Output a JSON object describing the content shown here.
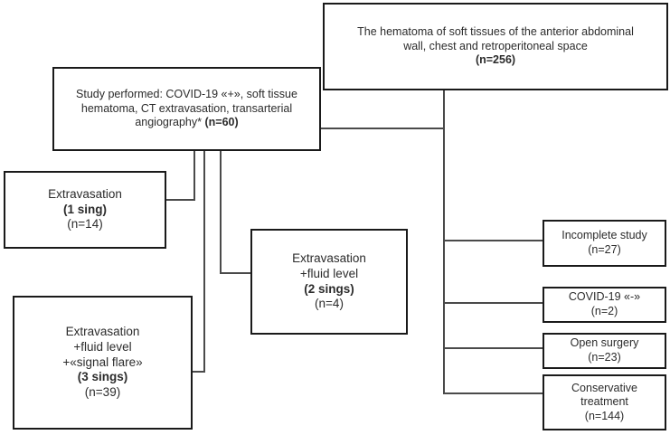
{
  "diagram": {
    "title_node": {
      "name": "hematoma-root",
      "line1": "The hematoma of soft tissues of the anterior abdominal",
      "line2": "wall, chest and retroperitoneal space",
      "count": "(n=256)"
    },
    "study_node": {
      "name": "study-performed",
      "line1": "Study performed: COVID-19 «+», soft tissue",
      "line2": "hematoma, CT extravasation, transarterial",
      "line3_plain": "angiography* ",
      "line3_bold": "(n=60)"
    },
    "sign_nodes": [
      {
        "name": "extravasation-1-sign",
        "line1": "Extravasation",
        "bold": "(1 sing)",
        "count": "(n=14)"
      },
      {
        "name": "extravasation-fluid-2-signs",
        "line1": "Extravasation",
        "line2": "+fluid level",
        "bold": "(2 sings)",
        "count": "(n=4)"
      },
      {
        "name": "extravasation-fluid-flare-3-signs",
        "line1": "Extravasation",
        "line2": "+fluid level",
        "line3": "+«signal flare»",
        "bold": "(3 sings)",
        "count": "(n=39)"
      }
    ],
    "outcome_nodes": [
      {
        "name": "incomplete-study",
        "label": "Incomplete study",
        "count": "(n=27)"
      },
      {
        "name": "covid-19-negative",
        "label": "COVID-19 «-»",
        "count": "(n=2)"
      },
      {
        "name": "open-surgery",
        "label": "Open surgery",
        "count": "(n=23)"
      },
      {
        "name": "conservative-treatment",
        "label": "Conservative\ntreatment",
        "count": "(n=144)"
      }
    ],
    "colors": {
      "box_border": "#1a1a1a",
      "connector": "#4a4a4a",
      "text": "#2b2b2b",
      "background": "#ffffff"
    }
  }
}
